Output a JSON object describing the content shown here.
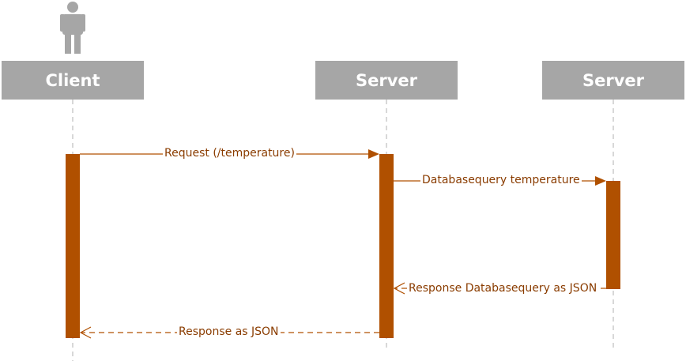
{
  "participants": [
    {
      "id": "client",
      "label": "Client",
      "has_actor_icon": true
    },
    {
      "id": "server_1",
      "label": "Server",
      "has_actor_icon": false
    },
    {
      "id": "server_2",
      "label": "Server",
      "has_actor_icon": false
    }
  ],
  "messages": [
    {
      "id": "m1",
      "from": "client",
      "to": "server_1",
      "label": "Request (/temperature)",
      "style": "solid"
    },
    {
      "id": "m2",
      "from": "server_1",
      "to": "server_2",
      "label": "Databasequery temperature",
      "style": "solid"
    },
    {
      "id": "m3",
      "from": "server_2",
      "to": "server_1",
      "label": "Response Databasequery as JSON",
      "style": "dashed"
    },
    {
      "id": "m4",
      "from": "server_1",
      "to": "client",
      "label": "Response as JSON",
      "style": "dashed"
    }
  ],
  "colors": {
    "participant_box": "#a6a6a6",
    "participant_text": "#ffffff",
    "actor_icon": "#a6a6a6",
    "activation_bar": "#b05000",
    "message_line": "#b05000",
    "message_text": "#8a3c00",
    "lifeline": "#bfbfbf"
  },
  "icons": {
    "actor": "user-figure-icon"
  }
}
